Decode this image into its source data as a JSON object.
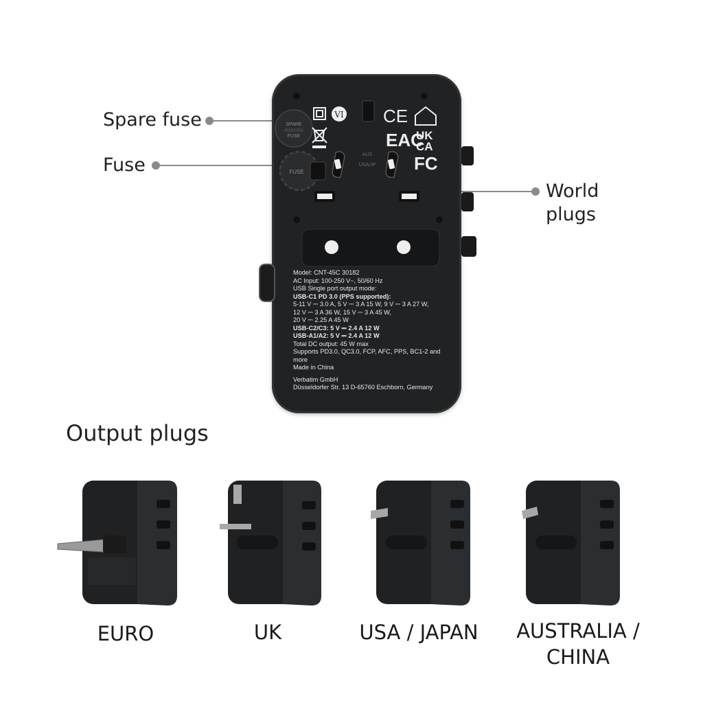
{
  "callouts": {
    "spare_fuse": "Spare fuse",
    "fuse": "Fuse",
    "world_plugs_line1": "World",
    "world_plugs_line2": "plugs"
  },
  "device": {
    "spare_fuse_text1": "SPARE",
    "spare_fuse_text2": "FUSE",
    "fuse_text": "FUSE",
    "mode_text1": "AUS",
    "mode_text2": "USA/JP",
    "marks": {
      "ce": "CE",
      "eac": "EAC",
      "ukca_1": "UK",
      "ukca_2": "CA",
      "fc": "FC",
      "vi": "VI"
    },
    "label_lines": [
      {
        "text": "Model: CNT-45C 30182",
        "bold": false
      },
      {
        "text": "AC Input: 100-250 V~, 50/60 Hz",
        "bold": false
      },
      {
        "text": "USB Single port output mode:",
        "bold": false
      },
      {
        "text": "USB-C1 PD 3.0 (PPS supported):",
        "bold": true
      },
      {
        "text": "5-11 V ⎓ 3.0 A, 5 V ⎓ 3 A 15 W, 9 V ⎓ 3 A 27 W,",
        "bold": false
      },
      {
        "text": "12 V ⎓ 3 A 36 W, 15 V ⎓ 3 A 45 W,",
        "bold": false
      },
      {
        "text": "20 V ⎓ 2.25 A 45 W",
        "bold": false
      },
      {
        "text": "USB-C2/C3: 5 V ⎓ 2.4 A 12 W",
        "bold": true
      },
      {
        "text": "USB-A1/A2: 5 V ⎓ 2.4 A 12 W",
        "bold": true
      },
      {
        "text": "Total DC output: 45 W max",
        "bold": false
      },
      {
        "text": "Supports PD3.0, QC3.0, FCP, AFC, PPS, BC1-2 and",
        "bold": false
      },
      {
        "text": "more",
        "bold": false
      },
      {
        "text": "Made in China",
        "bold": false
      },
      {
        "text": "",
        "bold": false
      },
      {
        "text": "Verbatim GmbH",
        "bold": false
      },
      {
        "text": "Düsseldorfer Str. 13 D-65760 Eschborn, Germany",
        "bold": false
      }
    ]
  },
  "output_section": {
    "title": "Output plugs",
    "plugs": [
      {
        "label": "EURO"
      },
      {
        "label": "UK"
      },
      {
        "label": "USA / JAPAN"
      },
      {
        "label_line1": "AUSTRALIA /",
        "label_line2": "CHINA"
      }
    ]
  },
  "colors": {
    "device_body": "#202224",
    "device_edge": "#3a3d40",
    "callout_line": "#8a8a8a",
    "text": "#222222",
    "label_text": "#e8e8e8"
  }
}
